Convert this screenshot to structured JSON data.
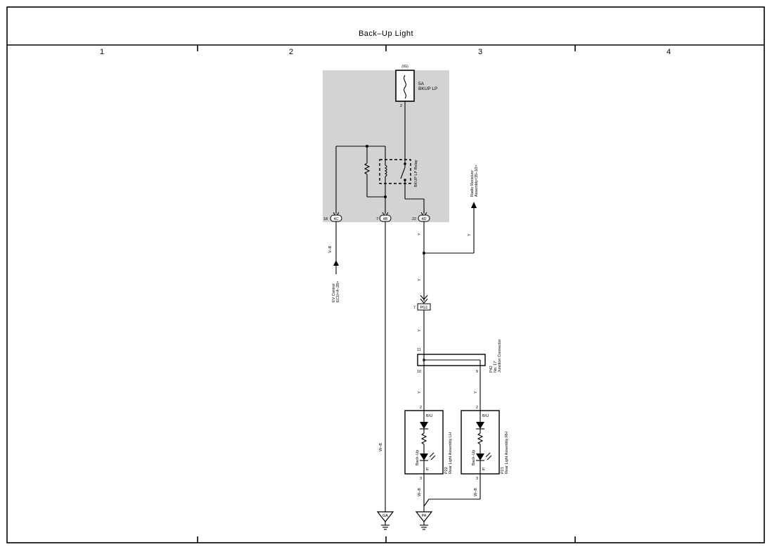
{
  "title": "Back–Up Light",
  "columns": [
    "1",
    "2",
    "3",
    "4"
  ],
  "fuse": {
    "source": "(IG)",
    "rating": "5A",
    "name": "BKUP LP",
    "pin": "2"
  },
  "relay": {
    "name": "BKUP LP Relay"
  },
  "connectors": {
    "c4c": {
      "pin": "18",
      "id": "4C"
    },
    "c4b": {
      "pin": "7",
      "id": "4B"
    },
    "c4d": {
      "pin": "22",
      "id": "4D"
    },
    "pg1": {
      "pin": "7",
      "id": "PG1"
    }
  },
  "wires": {
    "vw_b": "V–B",
    "y": "Y",
    "w_b": "W–B"
  },
  "refs": {
    "ev_line1": "EV Control",
    "ev_line2": "ECU<4–28>",
    "radio_line1": "Radio Receiver",
    "radio_line2": "Assembly<35–10>"
  },
  "junction": {
    "code": "P42",
    "line1": "No. 17",
    "line2": "Junction Connector",
    "pin_tl": "11",
    "pin_bl": "10",
    "pin_br": "9"
  },
  "lamp_lh": {
    "code": "P22",
    "name": "Rear Light Assembly LH",
    "pin_top": "2",
    "pin_bottom": "3",
    "term_top": "B/U",
    "term_bottom": "E",
    "label": "Back–Up"
  },
  "lamp_rh": {
    "code": "P21",
    "name": "Rear Light Assembly RH",
    "pin_top": "2",
    "pin_bottom": "3",
    "term_top": "B/U",
    "term_bottom": "E",
    "label": "Back–Up"
  },
  "grounds": {
    "ga": "GA",
    "pa": "PA"
  }
}
